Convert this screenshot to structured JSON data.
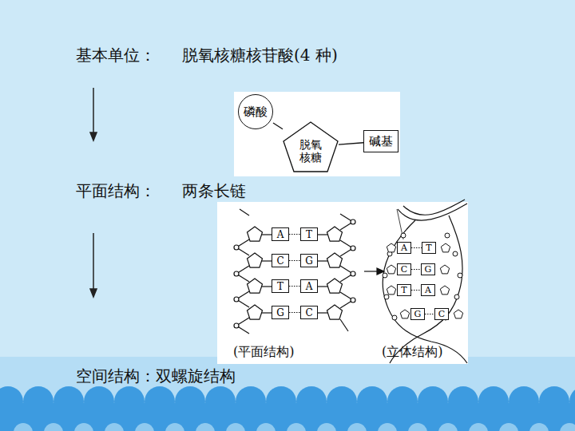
{
  "diagram": {
    "nodes": [
      {
        "text": [
          "磷酸"
        ]
      },
      {
        "text": [
          "脱氧 核糖"
        ]
      },
      {
        "text": [
          "碱基"
        ]
      },
      {
        "text": [
          "A"
        ]
      },
      {
        "text": [
          "T"
        ]
      },
      {
        "text": [
          "C"
        ]
      },
      {
        "text": [
          "G"
        ]
      },
      {
        "text": [
          "T"
        ]
      },
      {
        "text": [
          "A"
        ]
      },
      {
        "text": [
          "G"
        ]
      },
      {
        "text": [
          "C"
        ]
      },
      {
        "text": [
          "A"
        ]
      },
      {
        "text": [
          "T"
        ]
      },
      {
        "text": [
          "C"
        ]
      },
      {
        "text": [
          "G"
        ]
      },
      {
        "text": [
          "T"
        ]
      },
      {
        "text": [
          "A"
        ]
      },
      {
        "text": [
          "G"
        ]
      },
      {
        "text": [
          "C"
        ]
      }
    ],
    "edges": [
      {
        "from": 0,
        "to": 1,
        "arrow": "none"
      },
      {
        "from": 1,
        "to": 2,
        "arrow": "none"
      },
      {
        "from": 3,
        "to": 4,
        "arrow": "none"
      },
      {
        "from": 5,
        "to": 6,
        "arrow": "none"
      },
      {
        "from": 7,
        "to": 8,
        "arrow": "none"
      },
      {
        "from": 9,
        "to": 10,
        "arrow": "none"
      },
      {
        "from": 11,
        "to": 12,
        "arrow": "none"
      },
      {
        "from": 13,
        "to": 14,
        "arrow": "none"
      },
      {
        "from": 15,
        "to": 16,
        "arrow": "none"
      },
      {
        "from": 17,
        "to": 18,
        "arrow": "none"
      }
    ],
    "labels": [
      "基本单位：",
      "脱氧核糖核苷酸(4 种)",
      "平面结构：",
      "两条长链",
      "(平面结构)",
      "(立体结构)",
      "空间结构：双螺旋结构"
    ]
  }
}
